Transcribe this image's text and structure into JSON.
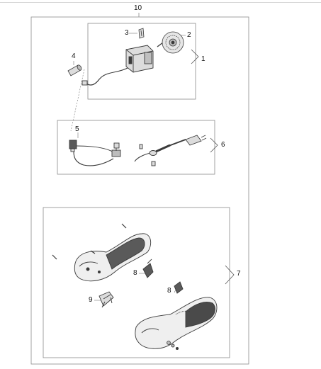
{
  "callouts": {
    "assembly": "10",
    "motor_group": "1",
    "fan": "2",
    "clip": "3",
    "sleeve": "4",
    "switch": "5",
    "cord_group": "6",
    "housing_group": "7",
    "pad_a": "8",
    "pad_b": "8",
    "bracket": "9"
  },
  "colors": {
    "line": "#555555",
    "frame": "#8a8a8a",
    "part_fill": "#dcdcdc",
    "part_dark": "#3a3a3a",
    "housing_fill": "#efefef"
  }
}
